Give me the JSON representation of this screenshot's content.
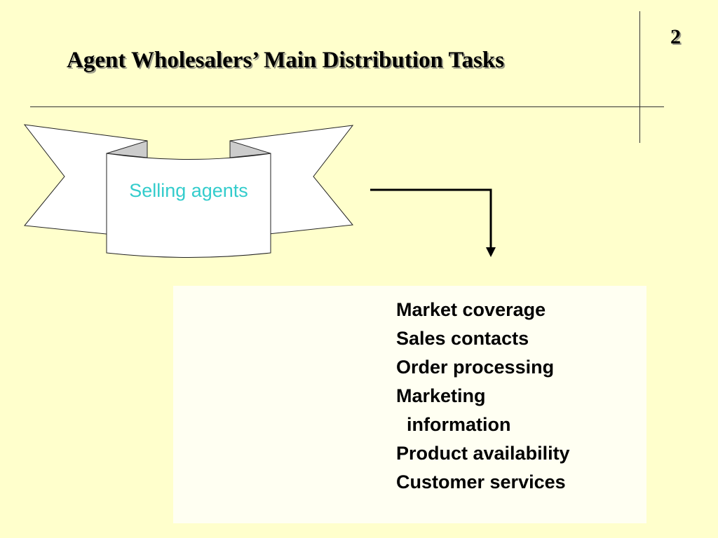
{
  "slide": {
    "title": "Agent Wholesalers’ Main Distribution Tasks",
    "number": "2"
  },
  "banner": {
    "label": "Selling agents",
    "label_color": "#33cccc"
  },
  "tasks": [
    "Market coverage",
    "Sales contacts",
    "Order processing",
    "Marketing",
    "  information",
    "Product availability",
    "Customer services"
  ],
  "colors": {
    "background": "#ffffcc",
    "box": "#fffff2",
    "banner_fill": "#ffffff",
    "banner_fold": "#cccccc"
  }
}
